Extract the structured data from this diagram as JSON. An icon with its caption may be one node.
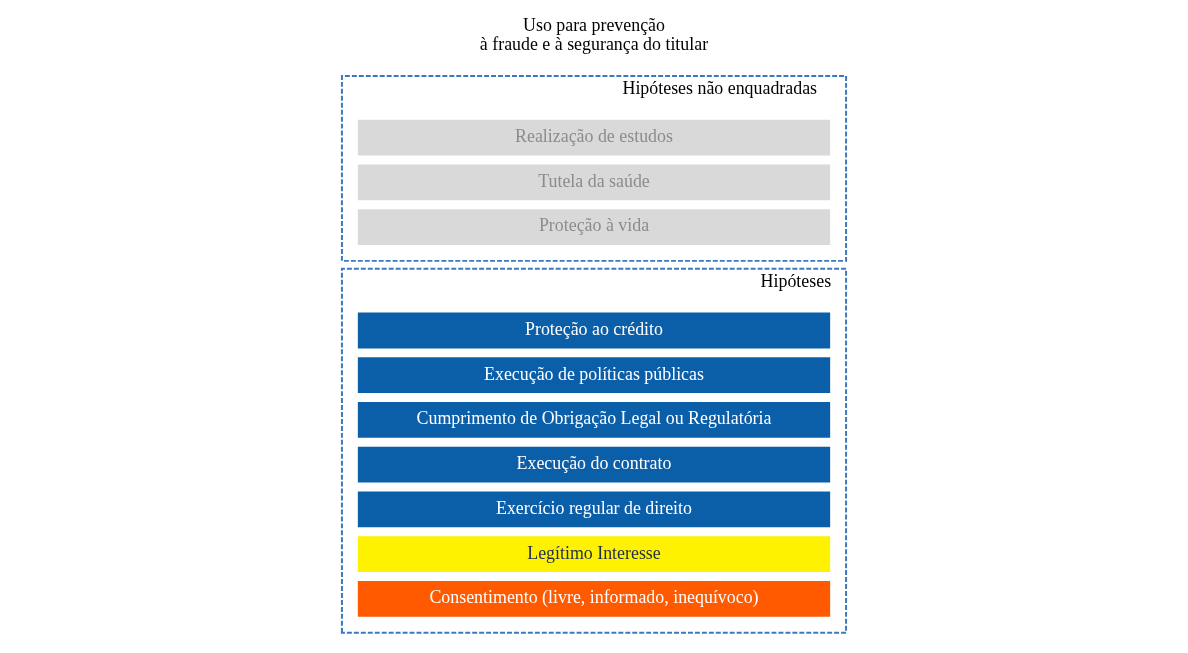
{
  "diagram": {
    "nodes": [
      {
        "text": [
          "Hipóteses"
        ]
      },
      {
        "text": [
          "Proteção ao crédito"
        ],
        "in": 0
      },
      {
        "text": [
          "Execução de políticas públicas"
        ],
        "in": 0
      },
      {
        "text": [
          "Cumprimento de Obrigação Legal ou Regulatória"
        ],
        "in": 0
      },
      {
        "text": [
          "Execução do contrato"
        ],
        "in": 0
      },
      {
        "text": [
          "Exercício regular de direito"
        ],
        "in": 0
      },
      {
        "text": [
          "Legítimo Interesse"
        ],
        "in": 0
      },
      {
        "text": [
          "Consentimento (livre, informado, inequívoco)"
        ],
        "in": 0
      },
      {
        "text": [
          "Hipóteses não enquadradas"
        ]
      },
      {
        "text": [
          "Realização de estudos"
        ],
        "in": 8
      },
      {
        "text": [
          "Tutela da saúde"
        ],
        "in": 8
      },
      {
        "text": [
          "Proteção à vida"
        ],
        "in": 8
      }
    ],
    "edges": [],
    "labels": [
      "Uso para prevenção à fraude e à segurança do titular"
    ]
  }
}
